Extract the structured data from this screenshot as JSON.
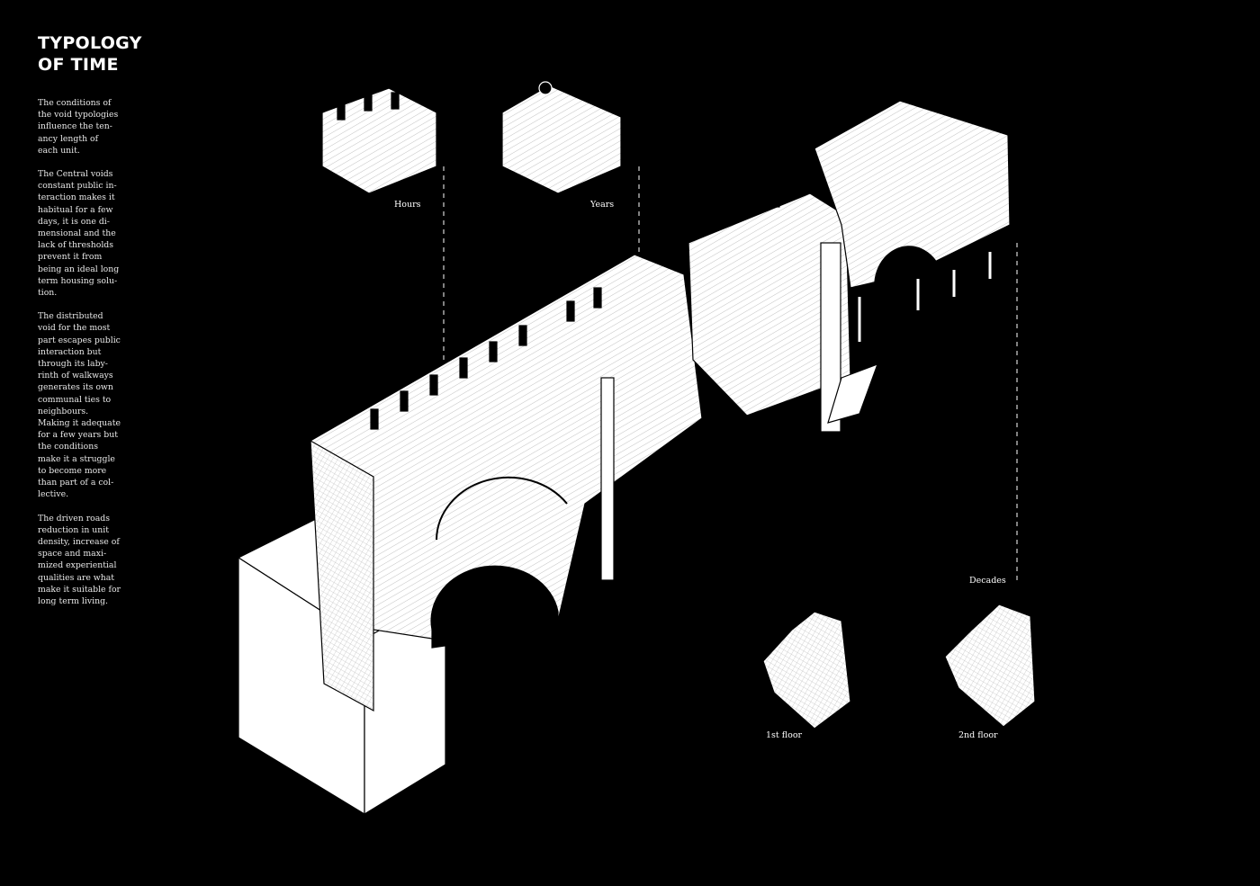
{
  "title": "TYPOLOGY\nOF TIME",
  "paragraphs": [
    "The conditions of\nthe void typologies\ninfluence the ten-\nancy length of\neach unit.",
    "The Central voids\nconstant public in-\nteraction makes it\nhabitual for a few\ndays, it is one di-\nmensional and the\nlack of thresholds\nprevent it from\nbeing an ideal long\nterm housing solu-\ntion.",
    "The distributed\nvoid for the most\npart escapes public\ninteraction but\nthrough its laby-\nrinth of walkways\ngenerates its own\ncommunal ties to\nneighbours.\nMaking it adequate\nfor a few years but\nthe conditions\nmake it a struggle\nto become more\nthan part of a col-\nlective.",
    "The driven roads\nreduction in unit\ndensity, increase of\nspace and maxi-\nmized experiential\nqualities are what\nmake it suitable for\nlong term living."
  ],
  "labels": {
    "hours": "Hours",
    "years": "Years",
    "decades": "Decades",
    "first_floor": "1st floor",
    "second_floor": "2nd floor"
  },
  "colors": {
    "background": "#000000",
    "drawing": "#ffffff"
  }
}
